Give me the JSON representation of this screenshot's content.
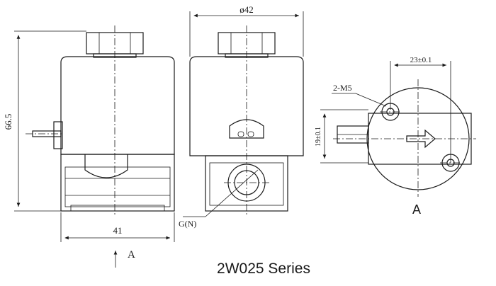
{
  "title": "2W025 Series",
  "dimensions": {
    "height": "66.5",
    "width": "41",
    "diameter": "ø42",
    "hole_spacing_x": "23±0.1",
    "hole_spacing_y": "19±0.1"
  },
  "labels": {
    "port": "G(N)",
    "holes": "2-M5",
    "view_arrow": "A",
    "view_name": "A"
  }
}
